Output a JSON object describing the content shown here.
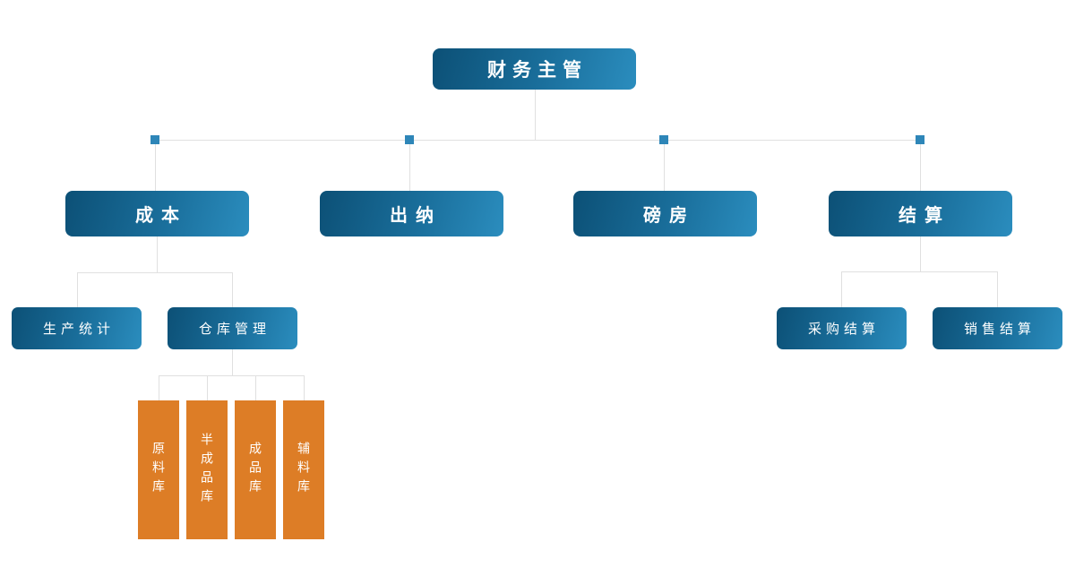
{
  "org_chart": {
    "root": {
      "label": "财务主管"
    },
    "departments": [
      {
        "label": "成本"
      },
      {
        "label": "出纳"
      },
      {
        "label": "磅房"
      },
      {
        "label": "结算"
      }
    ],
    "cost_children": [
      {
        "label": "生产统计"
      },
      {
        "label": "仓库管理"
      }
    ],
    "settlement_children": [
      {
        "label": "采购结算"
      },
      {
        "label": "销售结算"
      }
    ],
    "warehouses": [
      {
        "label": "原料库"
      },
      {
        "label": "半成品库"
      },
      {
        "label": "成品库"
      },
      {
        "label": "辅料库"
      }
    ],
    "colors": {
      "node_gradient_dark": "#0c5076",
      "node_gradient_light": "#2b8dbe",
      "warehouse_orange": "#dd7d26",
      "connector_gray": "#e0e0e0",
      "junction_blue": "#2e86b8"
    }
  }
}
